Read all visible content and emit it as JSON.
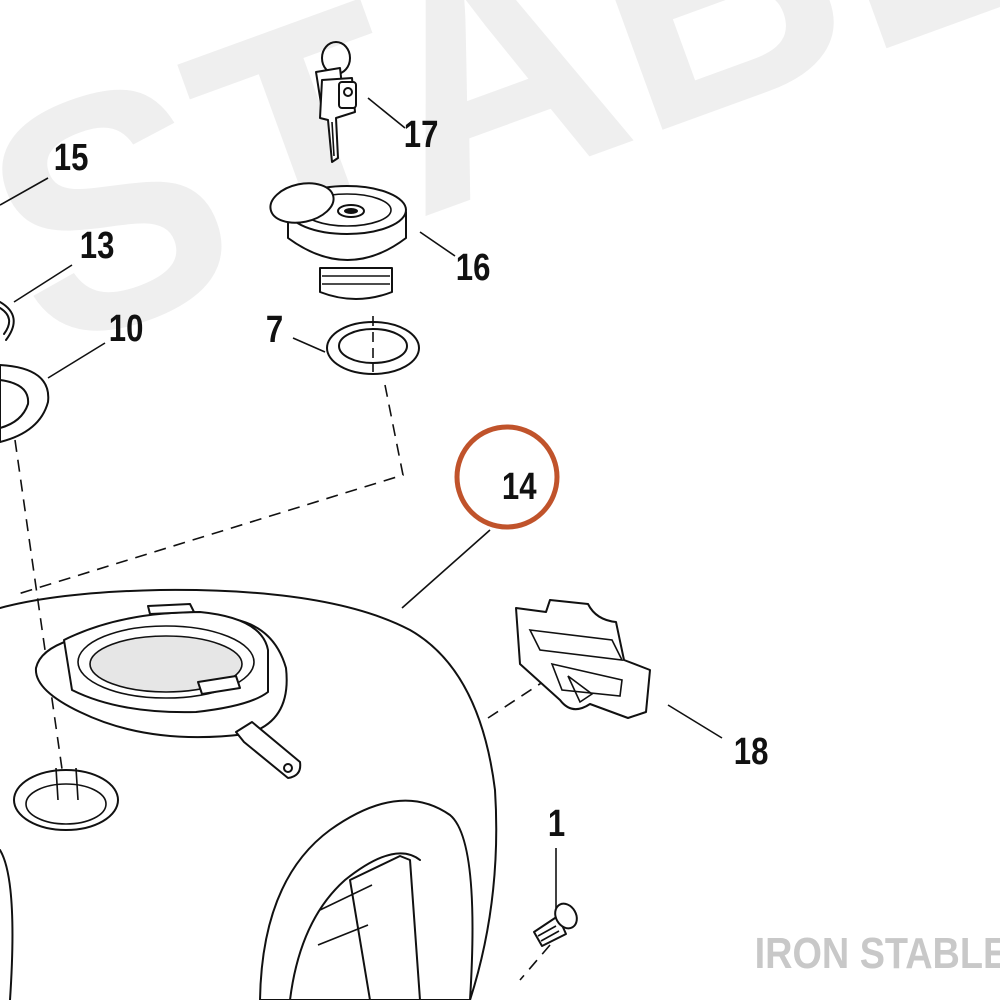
{
  "watermark": {
    "text": "STABLE"
  },
  "callouts": {
    "c1": "1",
    "c7": "7",
    "c10": "10",
    "c13": "13",
    "c14": "14",
    "c15": "15",
    "c16": "16",
    "c17": "17",
    "c18": "18"
  },
  "highlight": {
    "target": "14",
    "color": "#C0532B"
  },
  "brand": {
    "text": "IRON STABLE",
    "color": "#c8c8c8"
  }
}
